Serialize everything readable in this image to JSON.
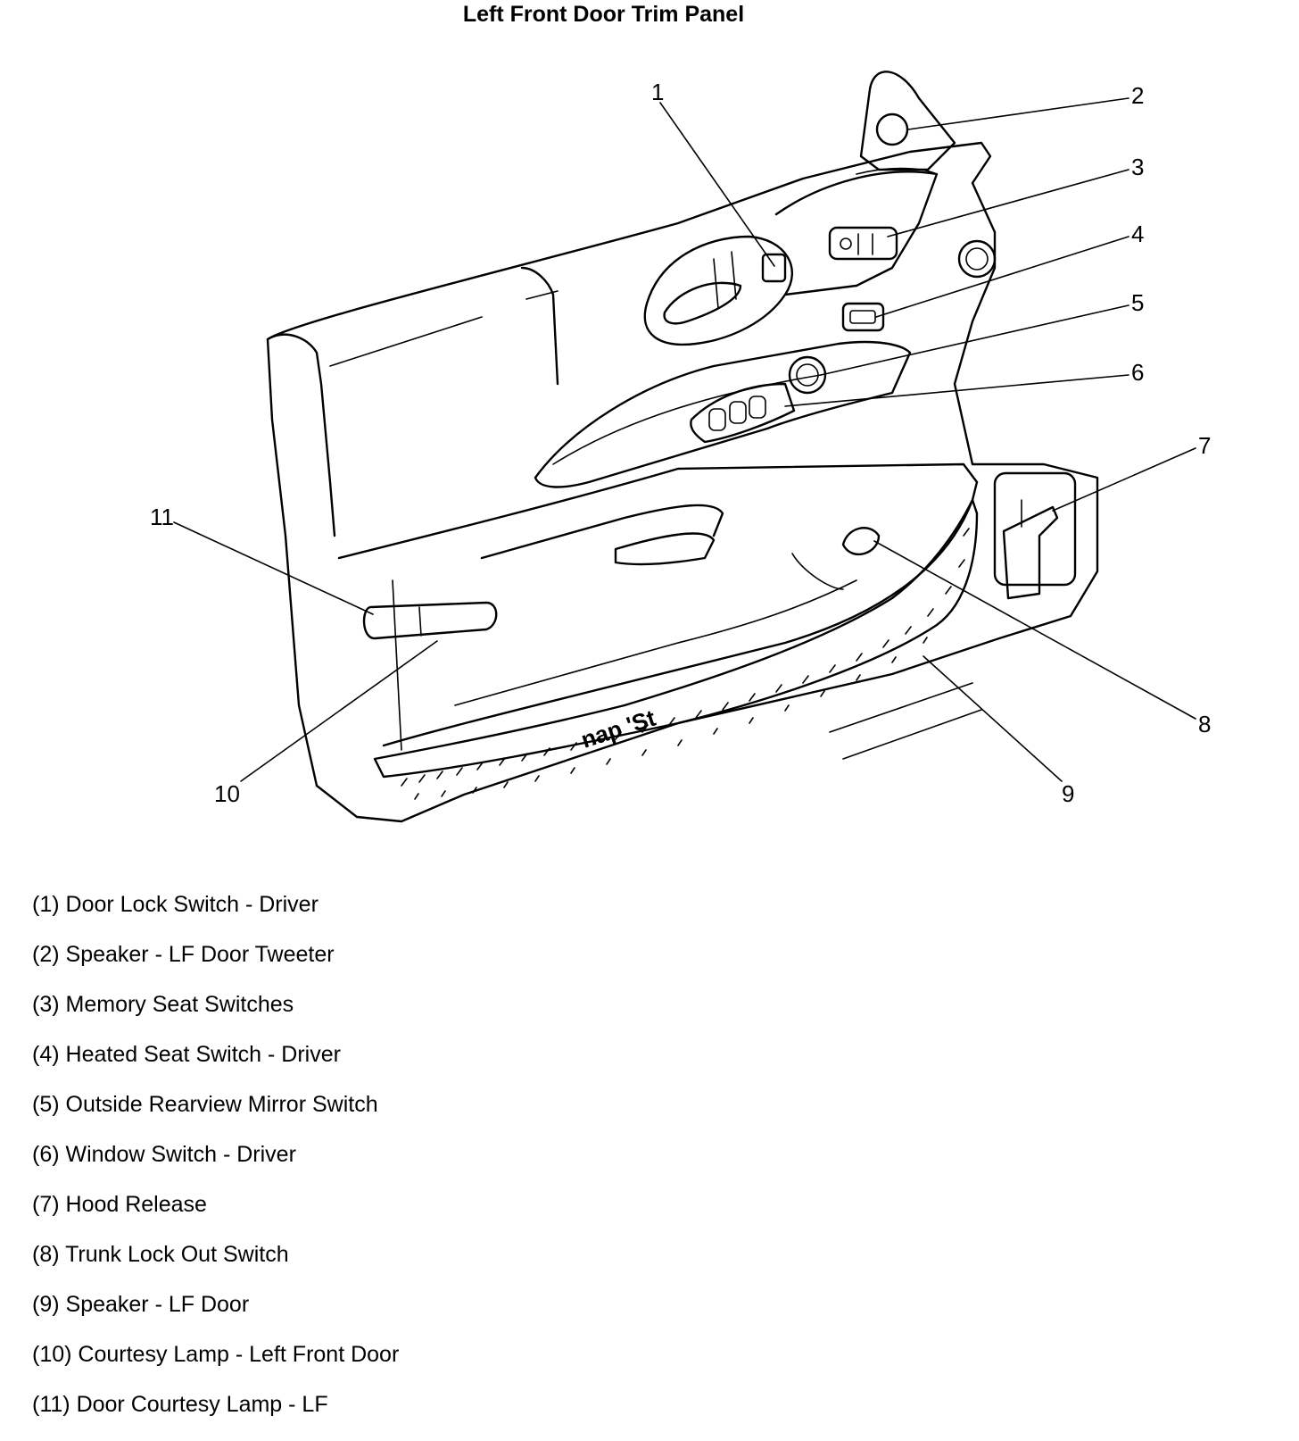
{
  "title": "Left Front Door Trim Panel",
  "callouts": [
    {
      "num": "1",
      "label": "Door Lock Switch - Driver"
    },
    {
      "num": "2",
      "label": "Speaker - LF Door Tweeter"
    },
    {
      "num": "3",
      "label": "Memory Seat Switches"
    },
    {
      "num": "4",
      "label": "Heated Seat Switch - Driver"
    },
    {
      "num": "5",
      "label": "Outside Rearview Mirror Switch"
    },
    {
      "num": "6",
      "label": "Window Switch - Driver"
    },
    {
      "num": "7",
      "label": "Hood Release"
    },
    {
      "num": "8",
      "label": "Trunk Lock Out Switch"
    },
    {
      "num": "9",
      "label": "Speaker - LF Door"
    },
    {
      "num": "10",
      "label": "Courtesy Lamp - Left Front Door"
    },
    {
      "num": "11",
      "label": "Door Courtesy Lamp - LF"
    }
  ],
  "watermark": "nap 'St"
}
